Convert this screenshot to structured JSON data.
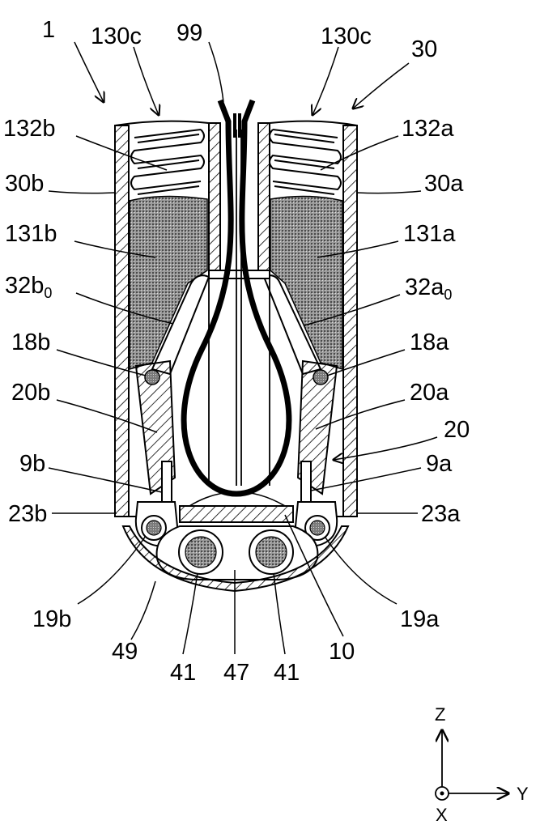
{
  "labels": {
    "n1": "1",
    "n130c_left": "130c",
    "n99": "99",
    "n130c_right": "130c",
    "n30": "30",
    "n132b": "132b",
    "n132a": "132a",
    "n30b": "30b",
    "n30a": "30a",
    "n131b": "131b",
    "n131a": "131a",
    "n32b0": "32b",
    "n32b0_sub": "0",
    "n32a0": "32a",
    "n32a0_sub": "0",
    "n18b": "18b",
    "n18a": "18a",
    "n20b": "20b",
    "n20a": "20a",
    "n20": "20",
    "n9b": "9b",
    "n9a": "9a",
    "n23b": "23b",
    "n23a": "23a",
    "n19b": "19b",
    "n19a": "19a",
    "n49": "49",
    "n10": "10",
    "n41_left": "41",
    "n47": "47",
    "n41_right": "41"
  },
  "axes": {
    "z": "Z",
    "y": "Y",
    "x": "X"
  }
}
